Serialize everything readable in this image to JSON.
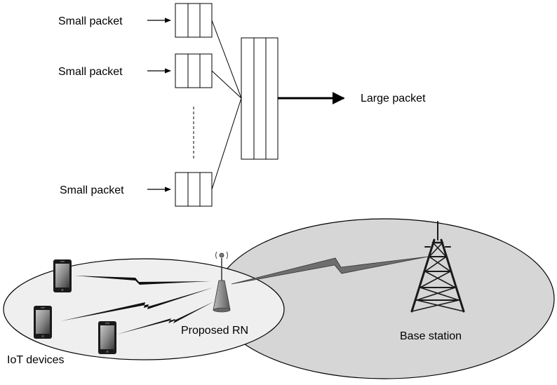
{
  "labels": {
    "small_packet_1": "Small packet",
    "small_packet_2": "Small packet",
    "small_packet_3": "Small packet",
    "large_packet": "Large packet",
    "relay_node": "Proposed RN",
    "base_station": "Base station",
    "iot_devices": "IoT devices"
  },
  "colors": {
    "stroke": "#000000",
    "base_station_coverage": "#d6d6d6",
    "rn_coverage": "#efefef",
    "wireless_link": "#6e6e6e",
    "antenna": "#9a9a9a"
  },
  "icons": {
    "device": "smartphone-icon",
    "relay": "antenna-icon",
    "tower": "cell-tower-icon"
  }
}
